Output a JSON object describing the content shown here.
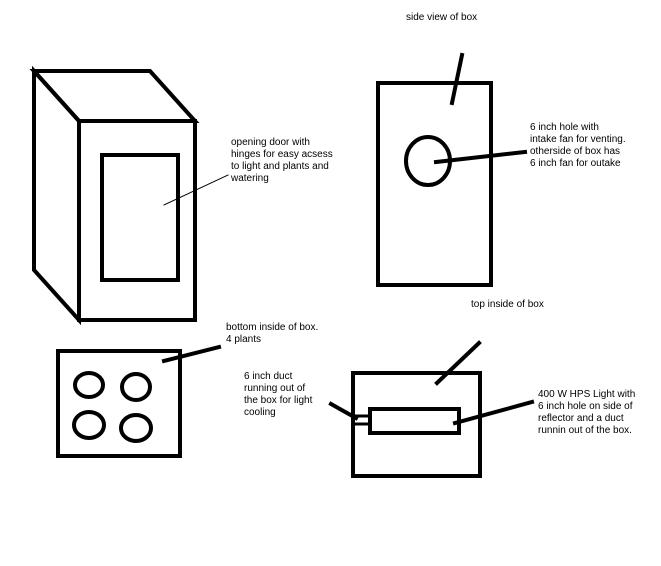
{
  "labels": {
    "door": "opening door with\nhinges for easy acsess\nto light and plants and\nwatering",
    "side_view": "side view of box",
    "hole": "6 inch hole with\nintake fan for venting.\notherside of box has\n6 inch fan for outake",
    "top_inside": "top inside of box",
    "bottom_inside": "bottom inside of box.\n4 plants",
    "duct": "6 inch duct\nrunning out of\nthe box for light\ncooling",
    "light": "400 W HPS Light with\n6 inch hole on side of\nreflector and a duct\nrunnin out of the box."
  },
  "colors": {
    "ink": "#000000",
    "background": "#ffffff"
  }
}
